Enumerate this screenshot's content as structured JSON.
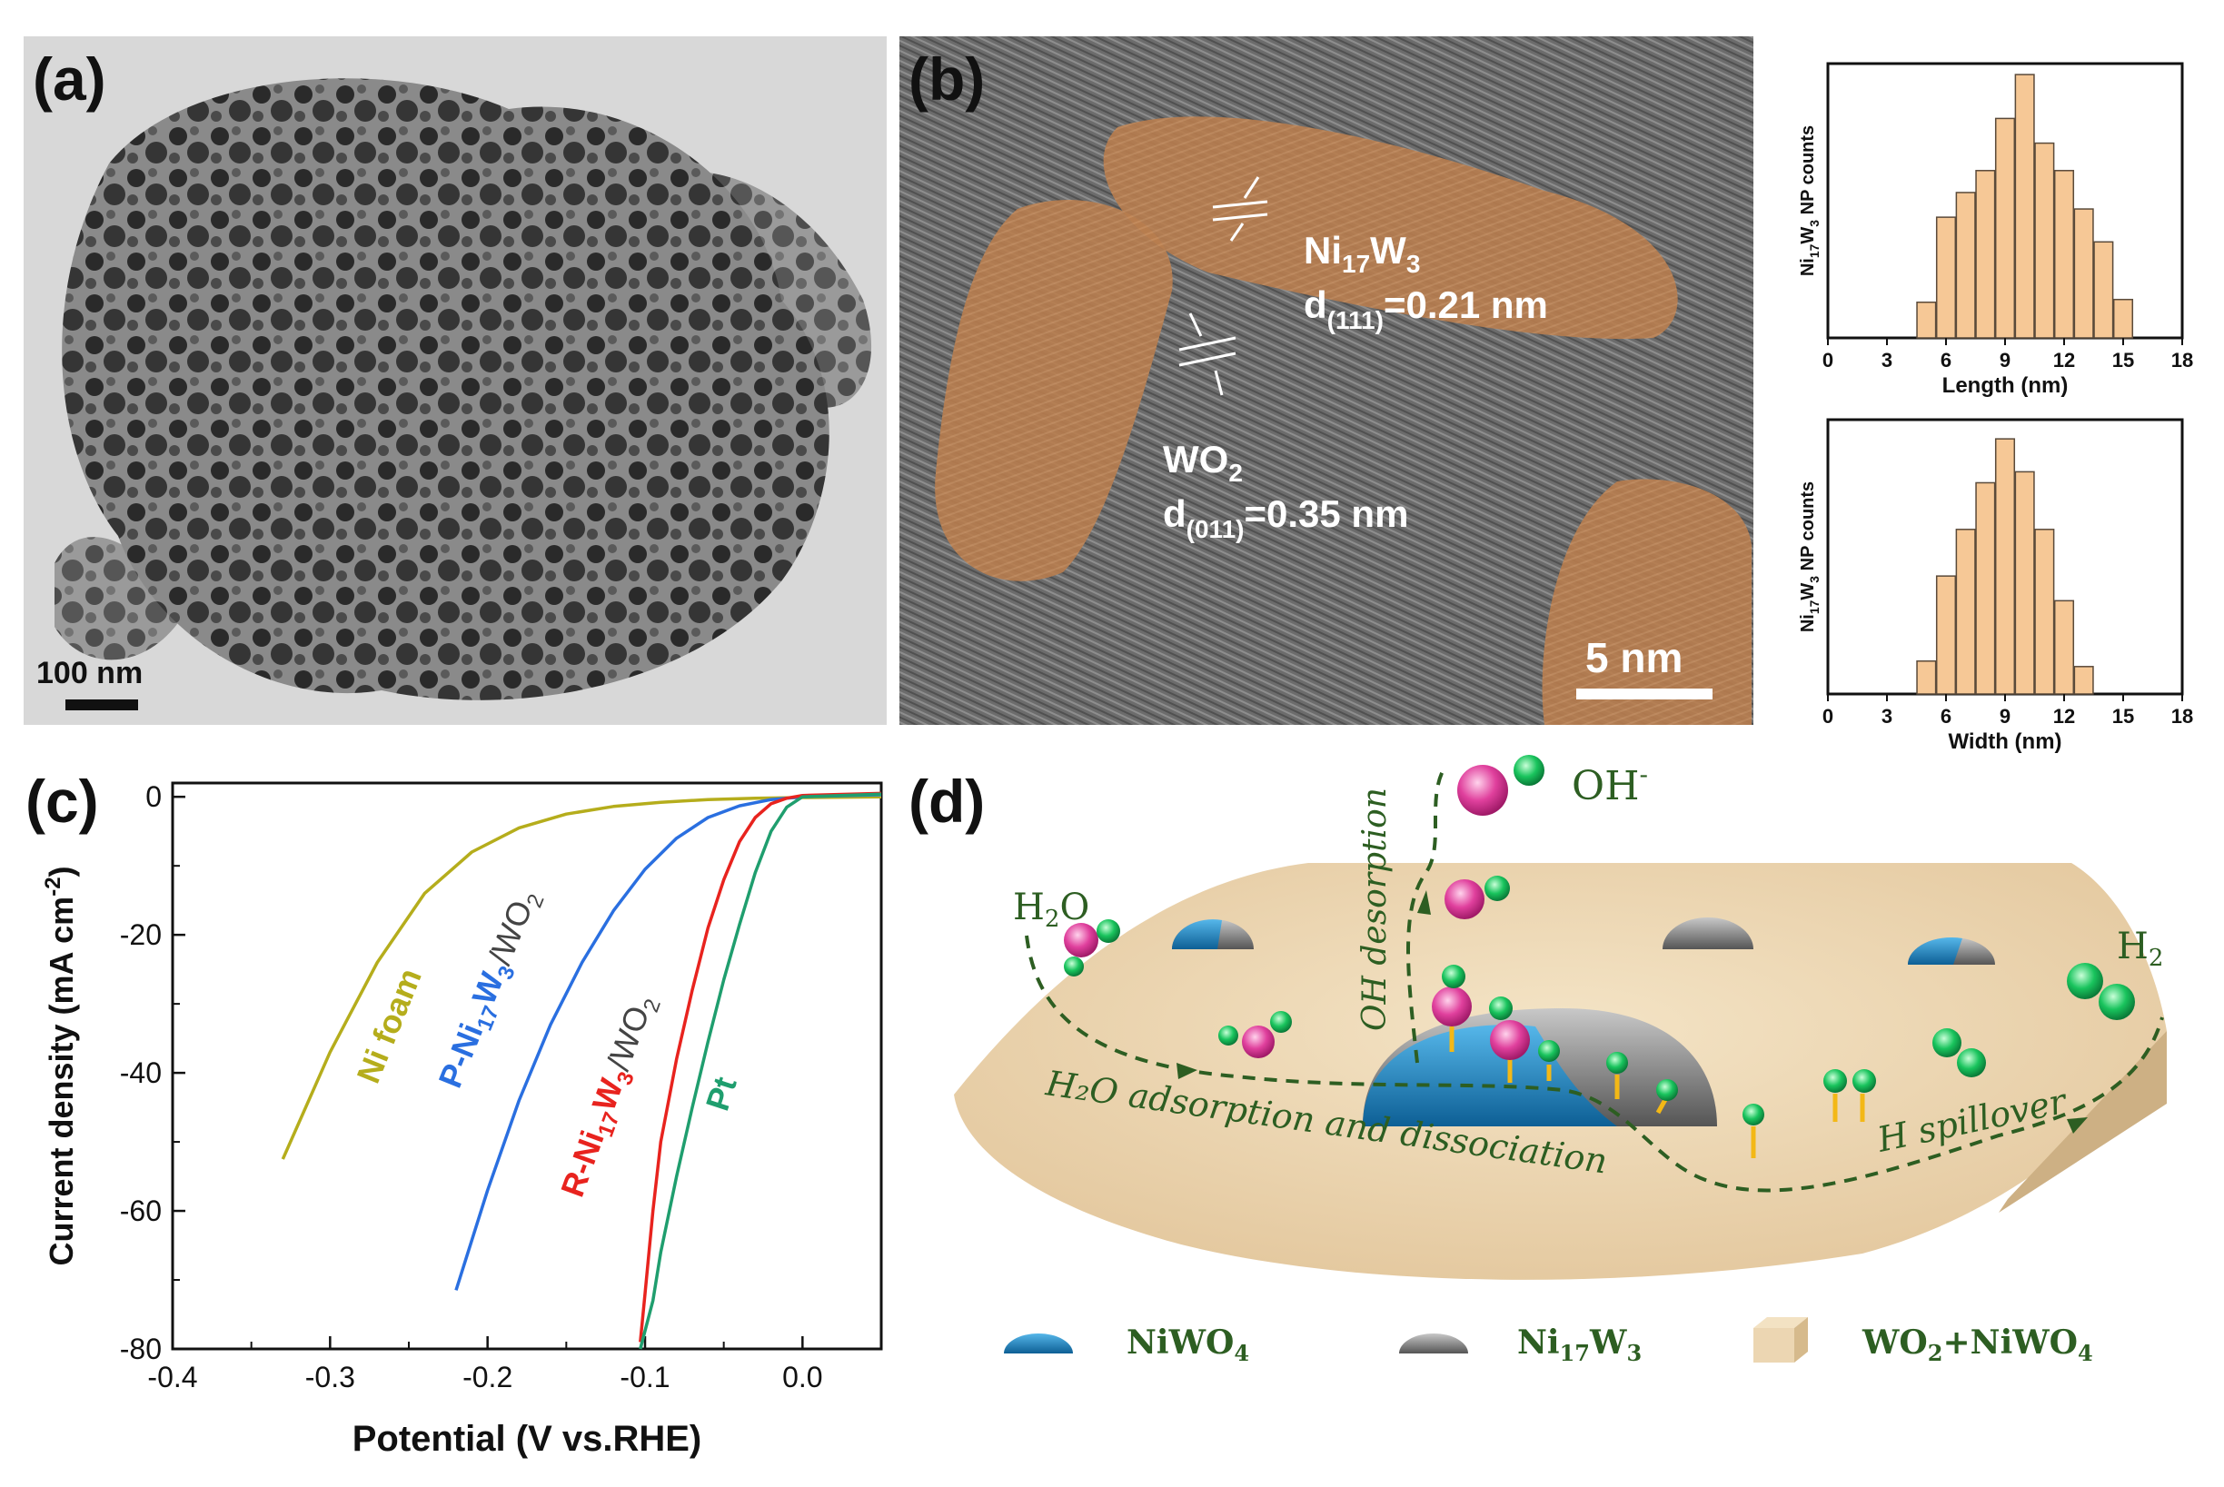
{
  "panels": {
    "a": {
      "label": "(a)",
      "scale_bar": "100 nm"
    },
    "b": {
      "label": "(b)",
      "scale_bar": "5 nm",
      "phase1_name": "Ni",
      "phase1_sub1": "17",
      "phase1_w": "W",
      "phase1_sub2": "3",
      "phase1_d": "d",
      "phase1_d_sub": "(111)",
      "phase1_d_val": "=0.21 nm",
      "phase2_name": "WO",
      "phase2_sub": "2",
      "phase2_d": "d",
      "phase2_d_sub": "(011)",
      "phase2_d_val": "=0.35 nm"
    },
    "c": {
      "label": "(c)"
    },
    "d": {
      "label": "(d)",
      "oh_minus": "OH",
      "oh_sup": "-",
      "h2o_left": "H",
      "h2o_left_sub": "2",
      "h2o_left_o": "O",
      "oh_desorption": "OH desorption",
      "h2_right": "H",
      "h2_right_sub": "2",
      "adsorption": "H₂O adsorption and dissociation",
      "spillover": "H spillover",
      "legend": [
        {
          "name": "NiWO",
          "sub": "4",
          "icon": "blue-dome-icon"
        },
        {
          "name": "Ni",
          "sub": "17",
          "name2": "W",
          "sub2": "3",
          "icon": "gray-dome-icon"
        },
        {
          "name": "WO",
          "sub": "2",
          "name2": "+NiWO",
          "sub2": "4",
          "icon": "beige-cube-icon"
        }
      ]
    }
  },
  "colors": {
    "ni_foam": "#b5ad1c",
    "p_ni17w3": "#2a6fe0",
    "r_ni17w3": "#e8231e",
    "pt": "#1f9e6e",
    "hist_fill": "#f6c896",
    "hist_edge": "#5a4a3a",
    "green_text": "#2d5e22",
    "particle_blue": "#1e86c4",
    "particle_gray": "#888888",
    "substrate": "#ecd6b2"
  },
  "chart_data": [
    {
      "type": "bar",
      "panel": "b-top",
      "xlabel": "Length (nm)",
      "ylabel": "Ni17W3 NP counts",
      "ylabel_parts": {
        "a": "Ni",
        "s1": "17",
        "b": "W",
        "s2": "3",
        "c": " NP counts"
      },
      "xlim": [
        0,
        18
      ],
      "xticks": [
        0,
        3,
        6,
        9,
        12,
        15,
        18
      ],
      "bin_width": 0.95,
      "bin_centers": [
        5.0,
        6.0,
        7.0,
        8.0,
        9.0,
        10.0,
        11.0,
        12.0,
        13.0,
        14.0,
        15.0
      ],
      "values": [
        0.13,
        0.44,
        0.53,
        0.61,
        0.8,
        0.96,
        0.71,
        0.61,
        0.47,
        0.35,
        0.14
      ],
      "ymax": 1.0
    },
    {
      "type": "bar",
      "panel": "b-bottom",
      "xlabel": "Width (nm)",
      "ylabel": "Ni17W3 NP counts",
      "ylabel_parts": {
        "a": "Ni",
        "s1": "17",
        "b": "W",
        "s2": "3",
        "c": " NP counts"
      },
      "xlim": [
        0,
        18
      ],
      "xticks": [
        0,
        3,
        6,
        9,
        12,
        15,
        18
      ],
      "bin_width": 0.95,
      "bin_centers": [
        5.0,
        6.0,
        7.0,
        8.0,
        9.0,
        10.0,
        11.0,
        12.0,
        13.0
      ],
      "values": [
        0.12,
        0.43,
        0.6,
        0.77,
        0.93,
        0.81,
        0.6,
        0.34,
        0.1
      ],
      "ymax": 1.0
    },
    {
      "type": "line",
      "panel": "c",
      "xlabel": "Potential (V vs.RHE)",
      "ylabel": "Current density (mA cm",
      "ylabel_sup": "-2",
      "ylabel_end": ")",
      "xlim": [
        -0.4,
        0.05
      ],
      "ylim": [
        -80,
        2
      ],
      "xticks": [
        -0.4,
        -0.3,
        -0.2,
        -0.1,
        0.0
      ],
      "xtick_labels": [
        "-0.4",
        "-0.3",
        "-0.2",
        "-0.1",
        "0.0"
      ],
      "yticks": [
        0,
        -20,
        -40,
        -60,
        -80
      ],
      "ytick_labels": [
        "0",
        "-20",
        "-40",
        "-60",
        "-80"
      ],
      "series": [
        {
          "name": "Ni foam",
          "color": "#b5ad1c",
          "x": [
            -0.33,
            -0.3,
            -0.27,
            -0.24,
            -0.21,
            -0.18,
            -0.15,
            -0.12,
            -0.09,
            -0.06,
            -0.03,
            0.0,
            0.05
          ],
          "y": [
            -52.5,
            -37.0,
            -24.0,
            -14.0,
            -8.0,
            -4.5,
            -2.5,
            -1.4,
            -0.8,
            -0.4,
            -0.2,
            -0.1,
            0.0
          ]
        },
        {
          "name": "P-Ni17W3/WO2",
          "color": "#2a6fe0",
          "x": [
            -0.22,
            -0.2,
            -0.18,
            -0.16,
            -0.14,
            -0.12,
            -0.1,
            -0.08,
            -0.06,
            -0.04,
            -0.02,
            0.0,
            0.05
          ],
          "y": [
            -71.5,
            -57.0,
            -44.0,
            -33.0,
            -24.0,
            -16.5,
            -10.5,
            -6.0,
            -3.0,
            -1.3,
            -0.4,
            0.0,
            0.3
          ]
        },
        {
          "name": "R-Ni17W3/WO2",
          "color": "#e8231e",
          "x": [
            -0.103,
            -0.1,
            -0.095,
            -0.09,
            -0.08,
            -0.07,
            -0.06,
            -0.05,
            -0.04,
            -0.03,
            -0.02,
            -0.01,
            0.0,
            0.05
          ],
          "y": [
            -79.0,
            -72.0,
            -60.0,
            -50.0,
            -38.0,
            -28.0,
            -19.0,
            -12.0,
            -6.5,
            -3.0,
            -1.0,
            -0.2,
            0.2,
            0.5
          ]
        },
        {
          "name": "Pt",
          "color": "#1f9e6e",
          "x": [
            -0.103,
            -0.095,
            -0.09,
            -0.08,
            -0.07,
            -0.06,
            -0.05,
            -0.04,
            -0.03,
            -0.02,
            -0.01,
            0.0,
            0.05
          ],
          "y": [
            -80.0,
            -73.0,
            -66.0,
            -55.0,
            -45.0,
            -35.5,
            -26.5,
            -18.5,
            -11.0,
            -5.0,
            -1.5,
            0.0,
            0.4
          ]
        }
      ],
      "annotations": {
        "ni_foam": "Ni foam",
        "p": {
          "a": "P-Ni",
          "s1": "17",
          "b": "W",
          "s2": "3",
          "c": "/WO",
          "s3": "2"
        },
        "r": {
          "a": "R-Ni",
          "s1": "17",
          "b": "W",
          "s2": "3",
          "c": "/WO",
          "s3": "2"
        },
        "pt": "Pt"
      }
    }
  ]
}
